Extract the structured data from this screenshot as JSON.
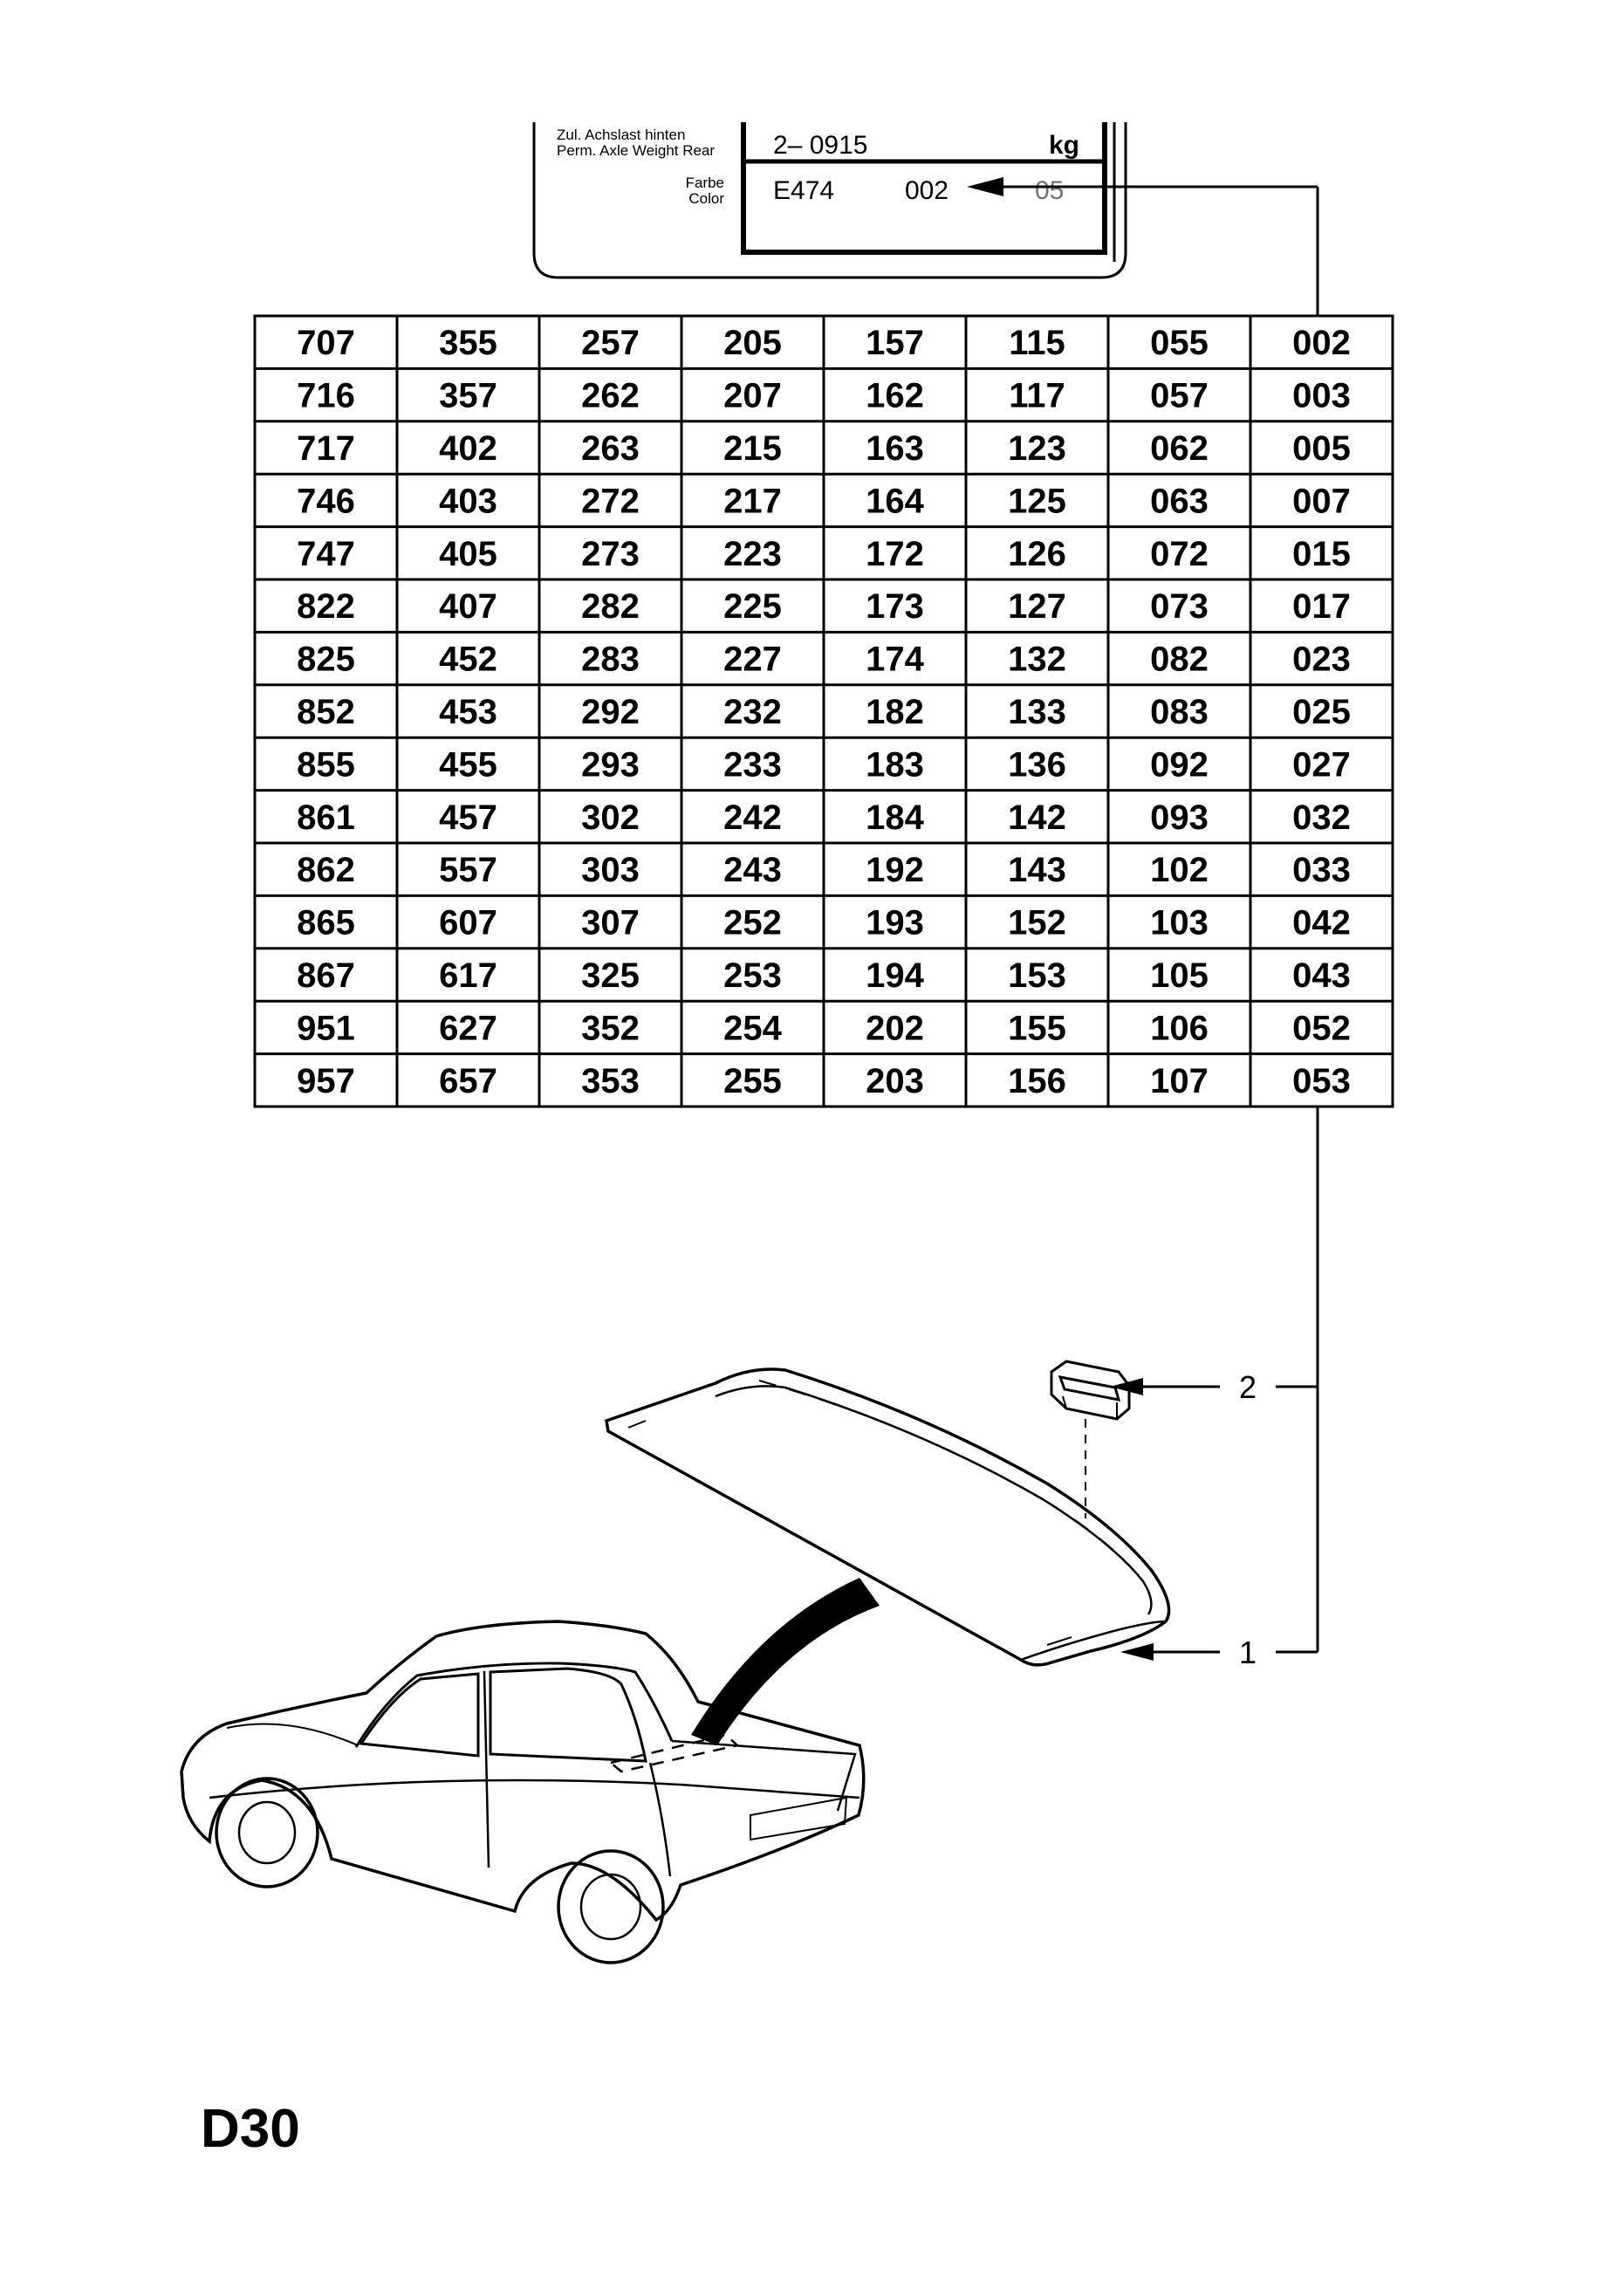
{
  "plate": {
    "axle_label_de": "Zul. Achslast hinten",
    "axle_label_en": "Perm. Axle Weight Rear",
    "axle_value": "2– 0915",
    "axle_unit": "kg",
    "color_label_de": "Farbe",
    "color_label_en": "Color",
    "color_code": "E474",
    "color_value": "002",
    "color_faded": "05"
  },
  "color_table": {
    "columns": [
      [
        "707",
        "716",
        "717",
        "746",
        "747",
        "822",
        "825",
        "852",
        "855",
        "861",
        "862",
        "865",
        "867",
        "951",
        "957"
      ],
      [
        "355",
        "357",
        "402",
        "403",
        "405",
        "407",
        "452",
        "453",
        "455",
        "457",
        "557",
        "607",
        "617",
        "627",
        "657"
      ],
      [
        "257",
        "262",
        "263",
        "272",
        "273",
        "282",
        "283",
        "292",
        "293",
        "302",
        "303",
        "307",
        "325",
        "352",
        "353"
      ],
      [
        "205",
        "207",
        "215",
        "217",
        "223",
        "225",
        "227",
        "232",
        "233",
        "242",
        "243",
        "252",
        "253",
        "254",
        "255"
      ],
      [
        "157",
        "162",
        "163",
        "164",
        "172",
        "173",
        "174",
        "182",
        "183",
        "184",
        "192",
        "193",
        "194",
        "202",
        "203"
      ],
      [
        "115",
        "117",
        "123",
        "125",
        "126",
        "127",
        "132",
        "133",
        "136",
        "142",
        "143",
        "152",
        "153",
        "155",
        "156"
      ],
      [
        "055",
        "057",
        "062",
        "063",
        "072",
        "073",
        "082",
        "083",
        "092",
        "093",
        "102",
        "103",
        "105",
        "106",
        "107"
      ],
      [
        "002",
        "003",
        "005",
        "007",
        "015",
        "017",
        "023",
        "025",
        "027",
        "032",
        "033",
        "042",
        "043",
        "052",
        "053"
      ]
    ]
  },
  "callouts": {
    "part_1": "1",
    "part_2": "2"
  },
  "page_code": "D30"
}
